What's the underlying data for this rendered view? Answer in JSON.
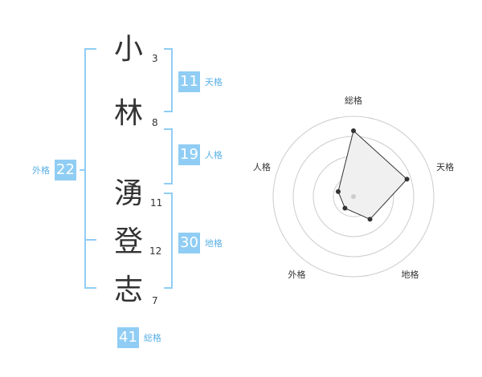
{
  "name": {
    "characters": [
      {
        "char": "小",
        "strokes": "3"
      },
      {
        "char": "林",
        "strokes": "8"
      },
      {
        "char": "湧",
        "strokes": "11"
      },
      {
        "char": "登",
        "strokes": "12"
      },
      {
        "char": "志",
        "strokes": "7"
      }
    ]
  },
  "fortunes": {
    "tenkaku": {
      "value": "11",
      "label": "天格"
    },
    "jinkaku": {
      "value": "19",
      "label": "人格"
    },
    "chikaku": {
      "value": "30",
      "label": "地格"
    },
    "gaikaku": {
      "value": "22",
      "label": "外格"
    },
    "soukaku": {
      "value": "41",
      "label": "総格"
    }
  },
  "colors": {
    "accent": "#90cdf4",
    "accent_text": "#5ab0e6",
    "text": "#333333",
    "radar_fill": "#f0f0f0",
    "radar_grid": "#cccccc"
  },
  "chart_data": {
    "type": "radar",
    "axes": [
      "総格",
      "天格",
      "地格",
      "外格",
      "人格"
    ],
    "values": [
      0.82,
      0.7,
      0.35,
      0.18,
      0.2
    ],
    "range": [
      0,
      1
    ],
    "rings": 4,
    "grid": true
  }
}
